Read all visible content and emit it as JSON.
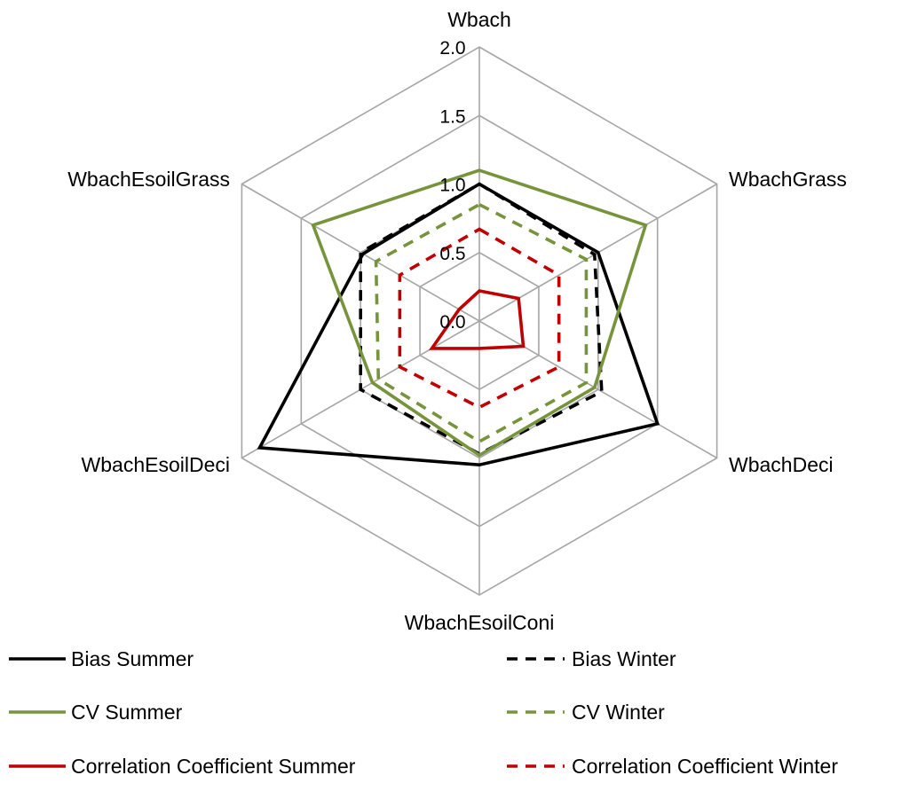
{
  "chart_data": {
    "type": "radar",
    "axes": [
      "Wbach",
      "WbachGrass",
      "WbachDeci",
      "WbachEsoilConi",
      "WbachEsoilDeci",
      "WbachEsoilGrass"
    ],
    "rlim": [
      0,
      2.0
    ],
    "ticks": [
      0.0,
      0.5,
      1.0,
      1.5,
      2.0
    ],
    "tick_labels": [
      "0.0",
      "0.5",
      "1.0",
      "1.5",
      "2.0"
    ],
    "grid": true,
    "legend_position": "bottom",
    "series": [
      {
        "name": "Bias Summer",
        "values": [
          1.0,
          1.0,
          1.5,
          1.05,
          1.85,
          0.98
        ],
        "color": "#000000",
        "dashed": false
      },
      {
        "name": "Bias Winter",
        "values": [
          1.0,
          0.97,
          1.03,
          0.97,
          1.0,
          1.0
        ],
        "color": "#000000",
        "dashed": true
      },
      {
        "name": "CV Summer",
        "values": [
          1.1,
          1.4,
          0.97,
          0.98,
          0.9,
          1.4
        ],
        "color": "#77933C",
        "dashed": false
      },
      {
        "name": "CV Winter",
        "values": [
          0.85,
          0.9,
          0.9,
          0.88,
          0.85,
          0.87
        ],
        "color": "#77933C",
        "dashed": true
      },
      {
        "name": "Correlation Coefficient Summer",
        "values": [
          0.22,
          0.33,
          0.37,
          0.2,
          0.4,
          0.17
        ],
        "color": "#C00000",
        "dashed": false
      },
      {
        "name": "Correlation Coefficient Winter",
        "values": [
          0.67,
          0.67,
          0.67,
          0.63,
          0.67,
          0.67
        ],
        "color": "#C00000",
        "dashed": true
      }
    ]
  }
}
